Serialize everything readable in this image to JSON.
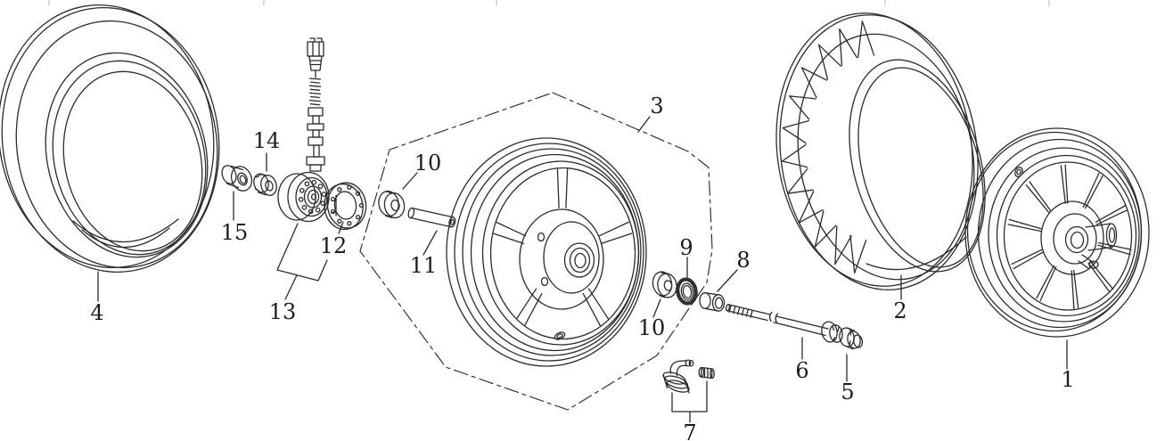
{
  "figure": {
    "kind": "exploded-parts-diagram",
    "subject": "front wheel assembly",
    "background_color": "#ffffff",
    "line_color": "#2b2b2b",
    "label_color": "#1c1c1c"
  },
  "part_labels": [
    {
      "part_no": "4"
    },
    {
      "part_no": "15"
    },
    {
      "part_no": "14"
    },
    {
      "part_no": "13"
    },
    {
      "part_no": "12"
    },
    {
      "part_no": "10"
    },
    {
      "part_no": "11"
    },
    {
      "part_no": "3"
    },
    {
      "part_no": "9"
    },
    {
      "part_no": "10"
    },
    {
      "part_no": "8"
    },
    {
      "part_no": "6"
    },
    {
      "part_no": "5"
    },
    {
      "part_no": "7"
    },
    {
      "part_no": "2"
    },
    {
      "part_no": "1"
    }
  ]
}
